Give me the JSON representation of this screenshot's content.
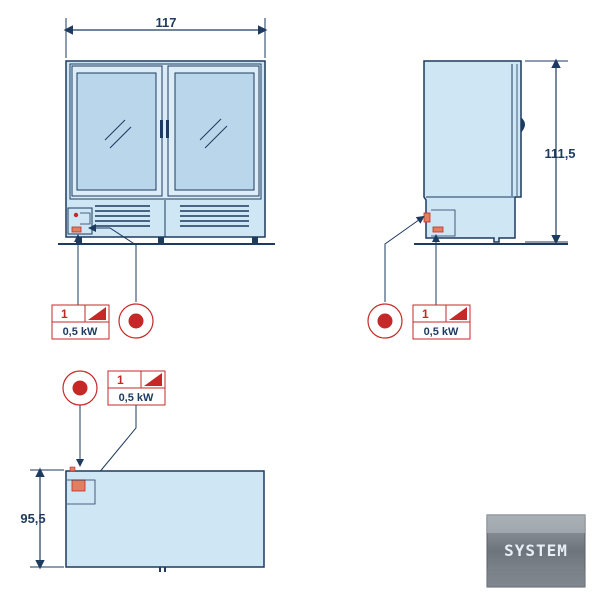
{
  "dimensions": {
    "width": "117",
    "height": "111,5",
    "depth": "95,5"
  },
  "badges": {
    "phase": "1",
    "power": "0,5 kW"
  },
  "logo": {
    "text": "SYSTEM"
  },
  "icons": {
    "connection": "red-circle-plug-icon",
    "phase": "single-phase-icon"
  },
  "colors": {
    "line": "#1d3a5f",
    "panel_fill": "#cfe6f5",
    "glass_fill": "#b9d6ea",
    "accent_red": "#c62828",
    "badge_fill": "#ffffff"
  }
}
